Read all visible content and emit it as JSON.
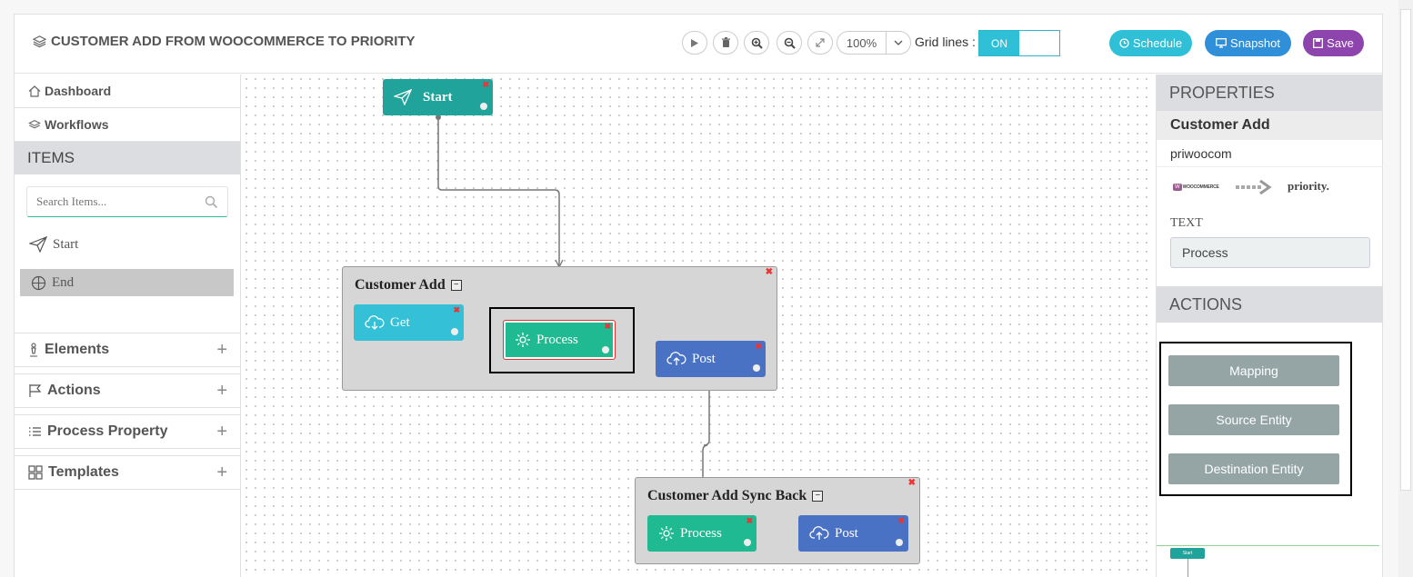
{
  "header": {
    "title": "CUSTOMER ADD FROM WOOCOMMERCE TO PRIORITY",
    "zoom": "100%",
    "grid_lines_label": "Grid lines :",
    "grid_toggle_on": "ON",
    "schedule_label": "Schedule",
    "snapshot_label": "Snapshot",
    "save_label": "Save",
    "colors": {
      "schedule": "#2fc0d8",
      "snapshot": "#2f8fd8",
      "save": "#8e44ad"
    }
  },
  "sidebar": {
    "nav": [
      {
        "label": "Dashboard",
        "icon": "home-icon"
      },
      {
        "label": "Workflows",
        "icon": "layers-icon"
      }
    ],
    "items_header": "ITEMS",
    "search_placeholder": "Search Items...",
    "tools": [
      {
        "label": "Start",
        "icon": "paper-plane-icon"
      },
      {
        "label": "End",
        "icon": "crosshair-icon"
      }
    ],
    "sections": [
      {
        "label": "Elements",
        "icon": "chess-icon"
      },
      {
        "label": "Actions",
        "icon": "flag-icon"
      },
      {
        "label": "Process Property",
        "icon": "list-icon"
      },
      {
        "label": "Templates",
        "icon": "grid-icon"
      }
    ]
  },
  "canvas": {
    "start_node": "Start",
    "group1": {
      "title": "Customer Add",
      "get": "Get",
      "process": "Process",
      "post": "Post"
    },
    "group2": {
      "title": "Customer Add Sync Back",
      "process": "Process",
      "post": "Post"
    },
    "colors": {
      "start": "#1fa39b",
      "get": "#34c0d6",
      "process": "#1fb992",
      "post": "#4a72c4"
    }
  },
  "properties": {
    "header": "PROPERTIES",
    "name": "Customer Add",
    "connector": "priwoocom",
    "logo_source": "WOOCOMMERCE",
    "logo_target": "priority.",
    "text_label": "TEXT",
    "text_value": "Process",
    "actions_header": "ACTIONS",
    "actions": [
      "Mapping",
      "Source Entity",
      "Destination Entity"
    ]
  },
  "minimap": {
    "start_label": "Start"
  }
}
